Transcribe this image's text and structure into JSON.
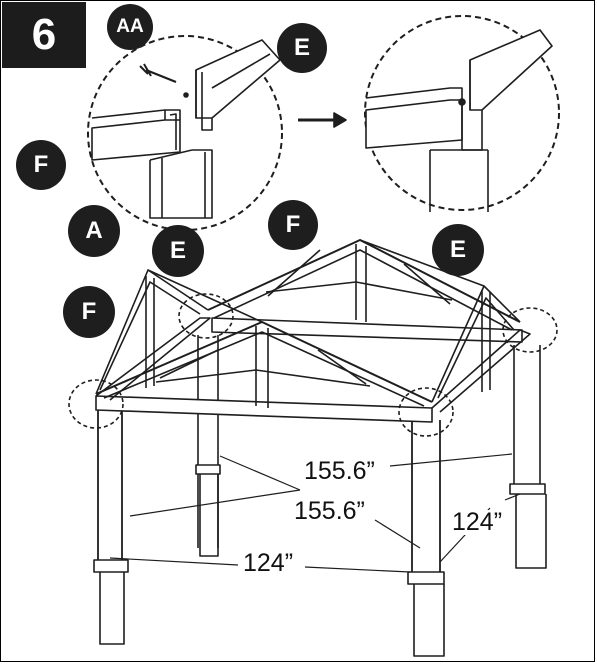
{
  "step": {
    "number": "6"
  },
  "callouts": {
    "aa": "AA",
    "e_detail": "E",
    "f_detail": "F",
    "a_detail": "A",
    "f_top": "F",
    "e_left": "E",
    "e_right": "E",
    "f_left": "F"
  },
  "dimensions": {
    "diag_back": "155.6”",
    "diag_front": "155.6”",
    "side_right": "124”",
    "side_front": "124”"
  },
  "colors": {
    "ink": "#1e1e1e",
    "paper": "#ffffff",
    "shade": "#d9d9d9"
  }
}
